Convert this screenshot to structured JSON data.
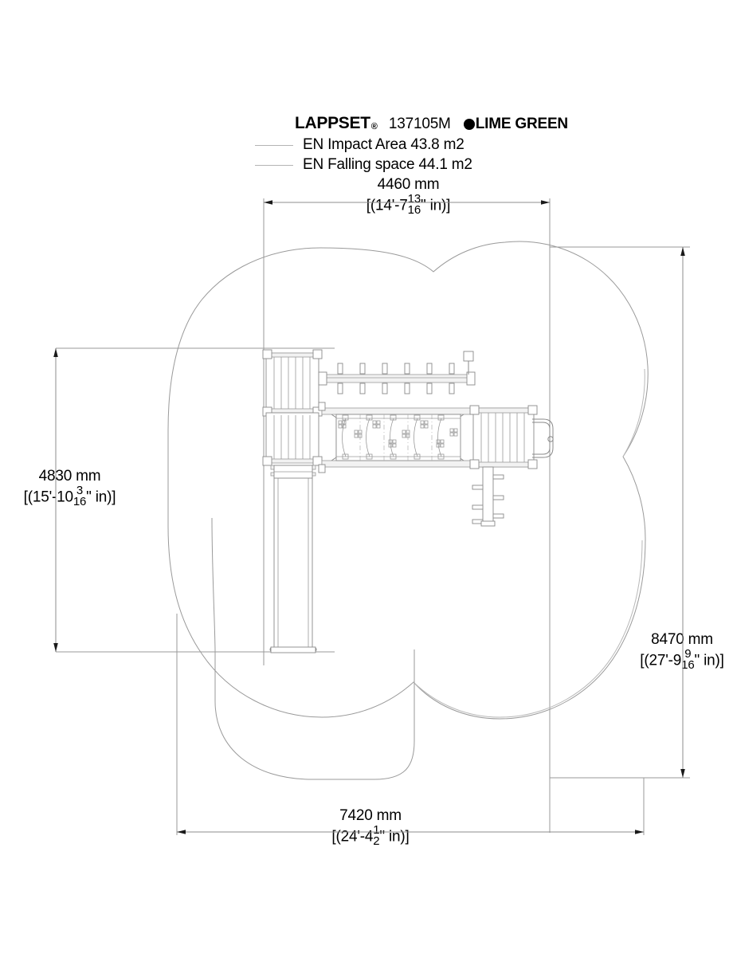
{
  "header": {
    "brand": "LAPPSET",
    "brand_registered": "®",
    "model_code": "137105M",
    "color_swatch_hex": "#000000",
    "color_name": "LIME GREEN",
    "legend": [
      {
        "icon": "line-sample",
        "label": "EN Impact Area 43.8 m2"
      },
      {
        "icon": "line-sample",
        "label": "EN Falling space 44.1 m2"
      }
    ]
  },
  "dimensions": {
    "top": {
      "metric": "4460 mm",
      "imperial_prefix": "[(14'-7",
      "imperial_num": "13",
      "imperial_den": "16",
      "imperial_suffix": "\" in)]"
    },
    "left": {
      "metric": "4830 mm",
      "imperial_prefix": "[(15'-10",
      "imperial_num": "3",
      "imperial_den": "16",
      "imperial_suffix": "\" in)]"
    },
    "right": {
      "metric": "8470 mm",
      "imperial_prefix": "[(27'-9",
      "imperial_num": "9",
      "imperial_den": "16",
      "imperial_suffix": "\" in)]"
    },
    "bottom": {
      "metric": "7420 mm",
      "imperial_prefix": "[(24'-4",
      "imperial_num": "1",
      "imperial_den": "2",
      "imperial_suffix": "\" in)]"
    }
  },
  "drawing": {
    "view": "plan",
    "subject": "playground climbing structure",
    "components": [
      "safety-zone-outline",
      "impact-area-outline",
      "upper-deck-platform",
      "lower-deck-platform",
      "monkey-bar-rungs",
      "net-bridge-walkway",
      "right-deck-platform",
      "handrail-loop",
      "climbing-pole-with-pegs",
      "slide"
    ]
  },
  "colors": {
    "outline": "#9a9a9a",
    "dimension_line": "#8c8c8c",
    "equipment": "#8a8a8a",
    "text": "#000000"
  }
}
